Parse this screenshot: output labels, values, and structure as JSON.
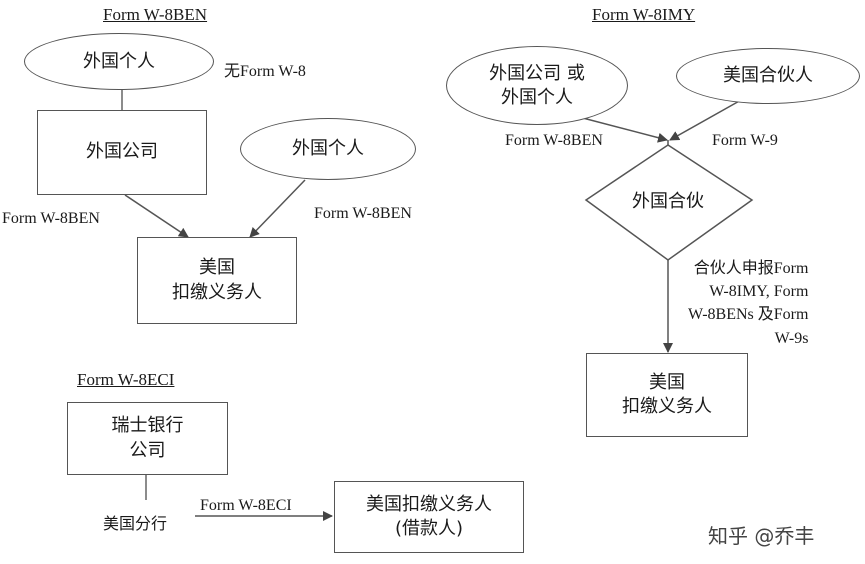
{
  "w8ben": {
    "title": "Form W-8BEN",
    "foreign_individual_top": "外国个人",
    "no_form_label": "无Form W-8",
    "foreign_company": "外国公司",
    "foreign_individual_right": "外国个人",
    "form_left_label": "Form W-8BEN",
    "form_right_label": "Form W-8BEN",
    "withholding_agent": "美国\n扣缴义务人"
  },
  "w8imy": {
    "title": "Form W-8IMY",
    "foreign_company_or_individual": "外国公司 或\n外国个人",
    "us_partner": "美国合伙人",
    "form_w8ben_label": "Form W-8BEN",
    "form_w9_label": "Form W-9",
    "foreign_partnership": "外国合伙",
    "partnership_report_label": "合伙人申报Form\nW-8IMY, Form\nW-8BENs 及Form\nW-9s",
    "withholding_agent": "美国\n扣缴义务人"
  },
  "w8eci": {
    "title": "Form W-8ECI",
    "swiss_bank": "瑞士银行\n公司",
    "us_branch": "美国分行",
    "form_label": "Form W-8ECI",
    "withholding_agent_borrower": "美国扣缴义务人\n(借款人)"
  },
  "watermark": "知乎 @乔丰"
}
